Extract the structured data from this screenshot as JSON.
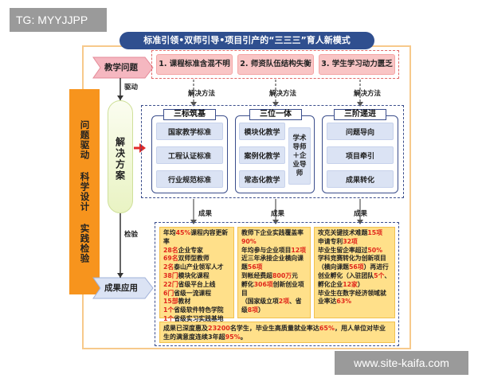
{
  "badges": {
    "tag": "TG: MYYJJPP",
    "site": "www.site-kaifa.com"
  },
  "title": "标准引领•双师引导•项目引产的“三三三”育人新模式",
  "side_band": "问题驱动 科学设计 实践检验",
  "flow": {
    "problem": "教学问题",
    "drive": "驱动",
    "solution": "解决方案",
    "check": "检验",
    "result": "成果应用"
  },
  "issues": [
    "1. 课程标准含混不明",
    "2. 师资队伍结构失衡",
    "3. 学生学习动力匮乏"
  ],
  "method_label": "解决方法",
  "result_label": "成果",
  "groups": {
    "g1": {
      "title": "三标筑基",
      "items": [
        "国家教学标准",
        "工程认证标准",
        "行业规范标准"
      ]
    },
    "g2": {
      "title": "三位一体",
      "items": [
        "模块化教学",
        "案例化教学",
        "常态化教学"
      ],
      "side": "学术导师＋企业导师"
    },
    "g3": {
      "title": "三阶递进",
      "items": [
        "问题导向",
        "项目牵引",
        "成果转化"
      ]
    }
  },
  "results": {
    "col1": [
      [
        "年均",
        "45%",
        "课程内容更新率"
      ],
      [
        "",
        "28名",
        "企业专家"
      ],
      [
        "",
        "69名",
        "双师型教师"
      ],
      [
        "",
        "2名",
        "泰山产业领军人才"
      ],
      [
        "",
        "38门",
        "模块化课程"
      ],
      [
        "",
        "22门",
        "省级平台上线"
      ],
      [
        "",
        "6门",
        "省级一流课程"
      ],
      [
        "",
        "15部",
        "教材"
      ],
      [
        "",
        "1个",
        "省级软件特色学院"
      ],
      [
        "",
        "1个",
        "省级实习实践基地"
      ]
    ],
    "col2": {
      "l1a": "教师下企业实践覆盖率",
      "l1b": "90%",
      "l2a": "年均参与企业项目",
      "l2b": "12项",
      "l3a": "近三年承接企业横向课题",
      "l3b": "56项",
      "l4a": "到帐经费超",
      "l4b": "800万",
      "l4c": "元",
      "l5a": "孵化",
      "l5b": "306项",
      "l5c": "创新创业项目",
      "l6a": "（国家级立项",
      "l6b": "2项",
      "l6c": "、省级",
      "l6d": "8项",
      "l6e": "）"
    },
    "col3": {
      "l1a": "攻克关键技术难题",
      "l1b": "15项",
      "l2a": "申请专利",
      "l2b": "32项",
      "l3a": "毕业生留企率超过",
      "l3b": "50%",
      "l4a": "学科竞赛转化为创新项目（横向课题",
      "l4b": "56项",
      "l4c": "）再进行创业孵化（入驻团队",
      "l4d": "5个",
      "l4e": "、孵化企业",
      "l4f": "12家",
      "l4g": "）",
      "l5a": "毕业生在数字经济领域就业率达",
      "l5b": "63%"
    },
    "bottom": {
      "a": "成果已深度惠及",
      "b": "23200",
      "c": "名学生，毕业生高质量就业率达",
      "d": "65%",
      "e": "，用人单位对毕业生的满意度连续3年超",
      "f": "95%",
      "g": "。"
    }
  }
}
